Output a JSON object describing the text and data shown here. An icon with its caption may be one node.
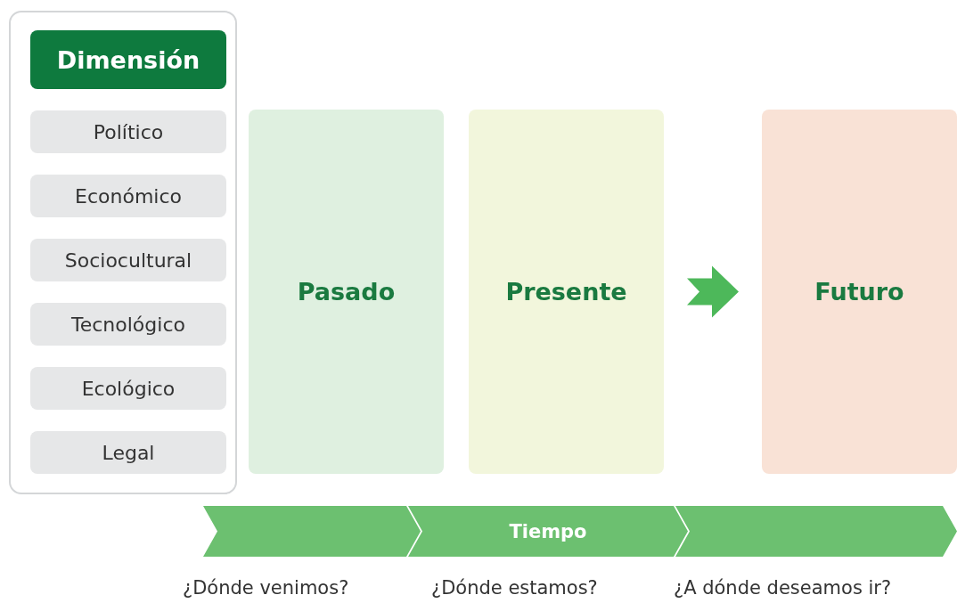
{
  "diagram": {
    "nodes": [
      {
        "text": [],
        "shape": "box"
      },
      {
        "text": [
          "Dimensión"
        ],
        "in": 0
      },
      {
        "text": [
          "Político"
        ],
        "in": 0
      },
      {
        "text": [
          "Económico"
        ],
        "in": 0
      },
      {
        "text": [
          "Sociocultural"
        ],
        "in": 0
      },
      {
        "text": [
          "Tecnológico"
        ],
        "in": 0
      },
      {
        "text": [
          "Ecológico"
        ],
        "in": 0
      },
      {
        "text": [
          "Legal"
        ],
        "in": 0
      },
      {
        "text": [
          "Pasado"
        ]
      },
      {
        "text": [
          "Presente"
        ]
      },
      {
        "text": [
          "Futuro"
        ]
      },
      {
        "text": [],
        "shape": "band"
      },
      {
        "text": [
          "Tiempo"
        ]
      },
      {
        "text": [],
        "shape": "band"
      }
    ],
    "edges": [
      {
        "from": 9,
        "to": 10,
        "arrow": "to",
        "style": "thick"
      }
    ],
    "labels": [
      "¿Dónde venimos?",
      "¿Dónde estamos?",
      "¿A dónde deseamos ir?"
    ]
  }
}
